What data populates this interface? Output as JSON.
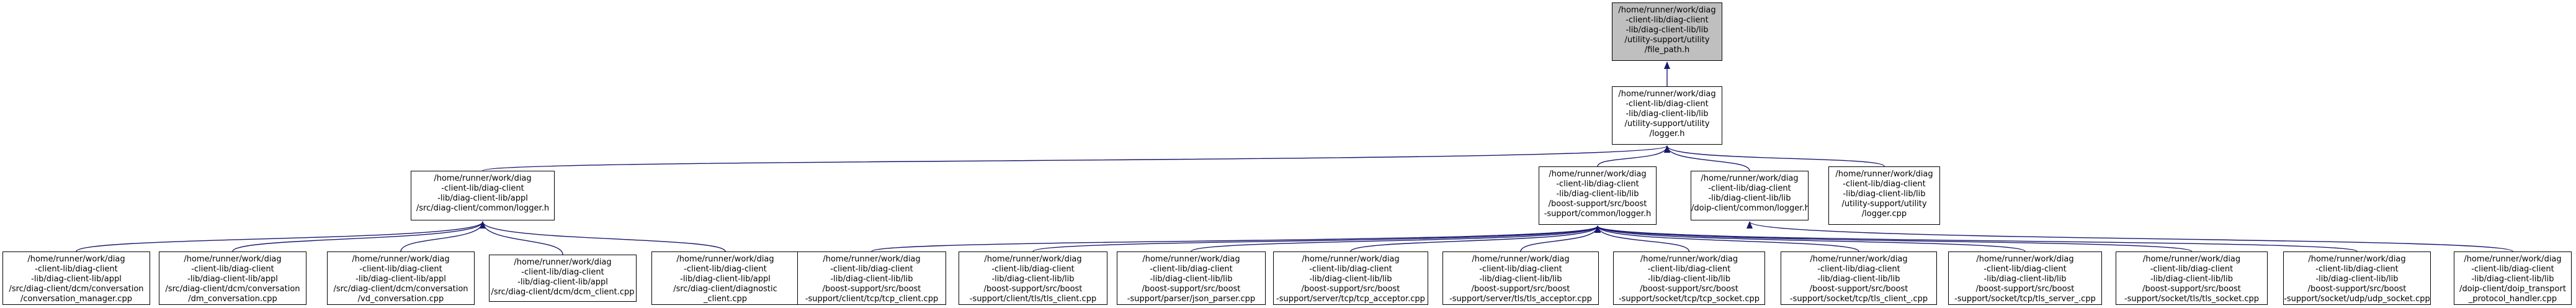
{
  "colors": {
    "edge": "#191970",
    "node_border": "#000000",
    "root_fill": "#bfbfbf",
    "node_fill": "#ffffff"
  },
  "nodes": [
    {
      "id": "file_path_h",
      "role": "root",
      "lines": [
        "/home/runner/work/diag",
        "-client-lib/diag-client",
        "-lib/diag-client-lib/lib",
        "/utility-support/utility",
        "/file_path.h"
      ]
    },
    {
      "id": "utility_logger_h",
      "lines": [
        "/home/runner/work/diag",
        "-client-lib/diag-client",
        "-lib/diag-client-lib/lib",
        "/utility-support/utility",
        "/logger.h"
      ]
    },
    {
      "id": "appl_common_logger_h",
      "lines": [
        "/home/runner/work/diag",
        "-client-lib/diag-client",
        "-lib/diag-client-lib/appl",
        "/src/diag-client/common/logger.h"
      ]
    },
    {
      "id": "boost_common_logger_h",
      "lines": [
        "/home/runner/work/diag",
        "-client-lib/diag-client",
        "-lib/diag-client-lib/lib",
        "/boost-support/src/boost",
        "-support/common/logger.h"
      ]
    },
    {
      "id": "doip_common_logger_h",
      "lines": [
        "/home/runner/work/diag",
        "-client-lib/diag-client",
        "-lib/diag-client-lib/lib",
        "/doip-client/common/logger.h"
      ]
    },
    {
      "id": "utility_logger_cpp",
      "lines": [
        "/home/runner/work/diag",
        "-client-lib/diag-client",
        "-lib/diag-client-lib/lib",
        "/utility-support/utility",
        "/logger.cpp"
      ]
    },
    {
      "id": "conversation_manager_cpp",
      "lines": [
        "/home/runner/work/diag",
        "-client-lib/diag-client",
        "-lib/diag-client-lib/appl",
        "/src/diag-client/dcm/conversation",
        "/conversation_manager.cpp"
      ]
    },
    {
      "id": "dm_conversation_cpp",
      "lines": [
        "/home/runner/work/diag",
        "-client-lib/diag-client",
        "-lib/diag-client-lib/appl",
        "/src/diag-client/dcm/conversation",
        "/dm_conversation.cpp"
      ]
    },
    {
      "id": "vd_conversation_cpp",
      "lines": [
        "/home/runner/work/diag",
        "-client-lib/diag-client",
        "-lib/diag-client-lib/appl",
        "/src/diag-client/dcm/conversation",
        "/vd_conversation.cpp"
      ]
    },
    {
      "id": "dcm_client_cpp",
      "lines": [
        "/home/runner/work/diag",
        "-client-lib/diag-client",
        "-lib/diag-client-lib/appl",
        "/src/diag-client/dcm/dcm_client.cpp"
      ]
    },
    {
      "id": "diagnostic_client_cpp",
      "lines": [
        "/home/runner/work/diag",
        "-client-lib/diag-client",
        "-lib/diag-client-lib/appl",
        "/src/diag-client/diagnostic",
        "_client.cpp"
      ]
    },
    {
      "id": "tcp_client_cpp",
      "lines": [
        "/home/runner/work/diag",
        "-client-lib/diag-client",
        "-lib/diag-client-lib/lib",
        "/boost-support/src/boost",
        "-support/client/tcp/tcp_client.cpp"
      ]
    },
    {
      "id": "tls_client_cpp",
      "lines": [
        "/home/runner/work/diag",
        "-client-lib/diag-client",
        "-lib/diag-client-lib/lib",
        "/boost-support/src/boost",
        "-support/client/tls/tls_client.cpp"
      ]
    },
    {
      "id": "json_parser_cpp",
      "lines": [
        "/home/runner/work/diag",
        "-client-lib/diag-client",
        "-lib/diag-client-lib/lib",
        "/boost-support/src/boost",
        "-support/parser/json_parser.cpp"
      ]
    },
    {
      "id": "tcp_acceptor_cpp",
      "lines": [
        "/home/runner/work/diag",
        "-client-lib/diag-client",
        "-lib/diag-client-lib/lib",
        "/boost-support/src/boost",
        "-support/server/tcp/tcp_acceptor.cpp"
      ]
    },
    {
      "id": "tls_acceptor_cpp",
      "lines": [
        "/home/runner/work/diag",
        "-client-lib/diag-client",
        "-lib/diag-client-lib/lib",
        "/boost-support/src/boost",
        "-support/server/tls/tls_acceptor.cpp"
      ]
    },
    {
      "id": "tcp_socket_cpp",
      "lines": [
        "/home/runner/work/diag",
        "-client-lib/diag-client",
        "-lib/diag-client-lib/lib",
        "/boost-support/src/boost",
        "-support/socket/tcp/tcp_socket.cpp"
      ]
    },
    {
      "id": "tls_client_socket_cpp",
      "lines": [
        "/home/runner/work/diag",
        "-client-lib/diag-client",
        "-lib/diag-client-lib/lib",
        "/boost-support/src/boost",
        "-support/socket/tcp/tls_client_.cpp"
      ]
    },
    {
      "id": "tls_server_cpp",
      "lines": [
        "/home/runner/work/diag",
        "-client-lib/diag-client",
        "-lib/diag-client-lib/lib",
        "/boost-support/src/boost",
        "-support/socket/tcp/tls_server_.cpp"
      ]
    },
    {
      "id": "tls_socket_cpp",
      "lines": [
        "/home/runner/work/diag",
        "-client-lib/diag-client",
        "-lib/diag-client-lib/lib",
        "/boost-support/src/boost",
        "-support/socket/tls/tls_socket.cpp"
      ]
    },
    {
      "id": "udp_socket_cpp",
      "lines": [
        "/home/runner/work/diag",
        "-client-lib/diag-client",
        "-lib/diag-client-lib/lib",
        "/boost-support/src/boost",
        "-support/socket/udp/udp_socket.cpp"
      ]
    },
    {
      "id": "doip_protocol_handler_cpp",
      "lines": [
        "/home/runner/work/diag",
        "-client-lib/diag-client",
        "-lib/diag-client-lib/lib",
        "/doip-client/doip_transport",
        "_protocol_handler.cpp"
      ]
    }
  ],
  "edges": [
    {
      "from": "utility_logger_h",
      "to": "file_path_h"
    },
    {
      "from": "appl_common_logger_h",
      "to": "utility_logger_h"
    },
    {
      "from": "boost_common_logger_h",
      "to": "utility_logger_h"
    },
    {
      "from": "doip_common_logger_h",
      "to": "utility_logger_h"
    },
    {
      "from": "utility_logger_cpp",
      "to": "utility_logger_h"
    },
    {
      "from": "conversation_manager_cpp",
      "to": "appl_common_logger_h"
    },
    {
      "from": "dm_conversation_cpp",
      "to": "appl_common_logger_h"
    },
    {
      "from": "vd_conversation_cpp",
      "to": "appl_common_logger_h"
    },
    {
      "from": "dcm_client_cpp",
      "to": "appl_common_logger_h"
    },
    {
      "from": "diagnostic_client_cpp",
      "to": "appl_common_logger_h"
    },
    {
      "from": "tcp_client_cpp",
      "to": "boost_common_logger_h"
    },
    {
      "from": "tls_client_cpp",
      "to": "boost_common_logger_h"
    },
    {
      "from": "json_parser_cpp",
      "to": "boost_common_logger_h"
    },
    {
      "from": "tcp_acceptor_cpp",
      "to": "boost_common_logger_h"
    },
    {
      "from": "tls_acceptor_cpp",
      "to": "boost_common_logger_h"
    },
    {
      "from": "tcp_socket_cpp",
      "to": "boost_common_logger_h"
    },
    {
      "from": "tls_client_socket_cpp",
      "to": "boost_common_logger_h"
    },
    {
      "from": "tls_server_cpp",
      "to": "boost_common_logger_h"
    },
    {
      "from": "tls_socket_cpp",
      "to": "boost_common_logger_h"
    },
    {
      "from": "udp_socket_cpp",
      "to": "boost_common_logger_h"
    },
    {
      "from": "doip_protocol_handler_cpp",
      "to": "doip_common_logger_h"
    }
  ]
}
